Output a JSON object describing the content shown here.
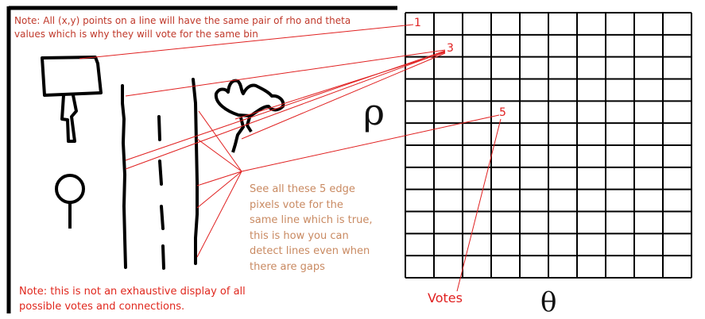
{
  "texts": {
    "note_top": "Note: All (x,y) points on a line will have the same pair of rho and theta\nvalues which is why they will vote for the same bin",
    "note_bottom": "Note: this is not an exhaustive display of all\npossible votes and connections.",
    "explanation": "See all these 5 edge\npixels vote for the\nsame line which is true,\nthis is how you can\ndetect lines even when\nthere are gaps",
    "vote_count_1": "1",
    "vote_count_3": "3",
    "vote_count_5": "5",
    "votes_label": "Votes",
    "rho_symbol": "ρ",
    "theta_symbol": "θ"
  },
  "accumulator": {
    "rows": 12,
    "cols": 10
  },
  "colors": {
    "annotation_red": "#e02020",
    "explanation_tan": "#c98a62",
    "ink": "#000000"
  }
}
